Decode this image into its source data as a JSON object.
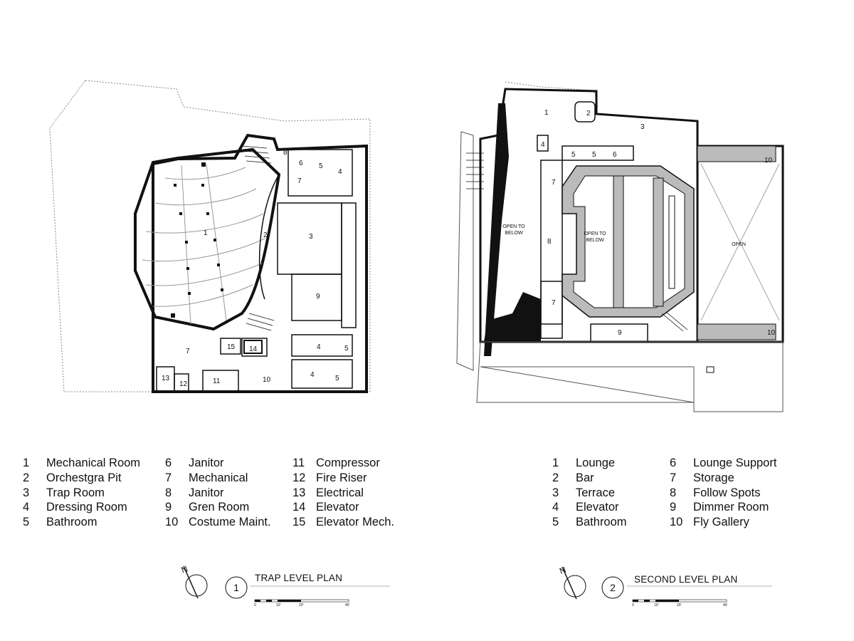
{
  "plan1": {
    "room_labels": [
      "1",
      "2",
      "3",
      "4",
      "5",
      "6",
      "7",
      "8",
      "9",
      "4",
      "5",
      "4",
      "5",
      "7",
      "10",
      "11",
      "12",
      "13",
      "14",
      "15"
    ],
    "legend": [
      [
        {
          "n": "1",
          "label": "Mechanical Room"
        },
        {
          "n": "2",
          "label": "Orchestgra Pit"
        },
        {
          "n": "3",
          "label": "Trap Room"
        },
        {
          "n": "4",
          "label": "Dressing Room"
        },
        {
          "n": "5",
          "label": "Bathroom"
        }
      ],
      [
        {
          "n": "6",
          "label": "Janitor"
        },
        {
          "n": "7",
          "label": "Mechanical"
        },
        {
          "n": "8",
          "label": "Janitor"
        },
        {
          "n": "9",
          "label": "Gren Room"
        },
        {
          "n": "10",
          "label": "Costume Maint."
        }
      ],
      [
        {
          "n": "11",
          "label": "Compressor"
        },
        {
          "n": "12",
          "label": "Fire Riser"
        },
        {
          "n": "13",
          "label": "Electrical"
        },
        {
          "n": "14",
          "label": "Elevator"
        },
        {
          "n": "15",
          "label": "Elevator Mech."
        }
      ]
    ],
    "number": "1",
    "title": "TRAP LEVEL PLAN",
    "north": "N",
    "scale_ticks": [
      "0",
      "10'",
      "20'",
      "40'"
    ]
  },
  "plan2": {
    "room_labels": [
      "1",
      "2",
      "3",
      "4",
      "5",
      "5",
      "6",
      "7",
      "8",
      "7",
      "9",
      "10",
      "10"
    ],
    "open_to_below_1": [
      "OPEN TO",
      "BELOW"
    ],
    "open_to_below_2": [
      "OPEN TO",
      "BELOW"
    ],
    "open": "OPEN",
    "legend": [
      [
        {
          "n": "1",
          "label": "Lounge"
        },
        {
          "n": "2",
          "label": "Bar"
        },
        {
          "n": "3",
          "label": "Terrace"
        },
        {
          "n": "4",
          "label": "Elevator"
        },
        {
          "n": "5",
          "label": "Bathroom"
        }
      ],
      [
        {
          "n": "6",
          "label": "Lounge Support"
        },
        {
          "n": "7",
          "label": "Storage"
        },
        {
          "n": "8",
          "label": "Follow Spots"
        },
        {
          "n": "9",
          "label": "Dimmer Room"
        },
        {
          "n": "10",
          "label": "Fly Gallery"
        }
      ]
    ],
    "number": "2",
    "title": "SECOND LEVEL PLAN",
    "north": "N",
    "scale_ticks": [
      "0",
      "10'",
      "20'",
      "40'"
    ]
  }
}
